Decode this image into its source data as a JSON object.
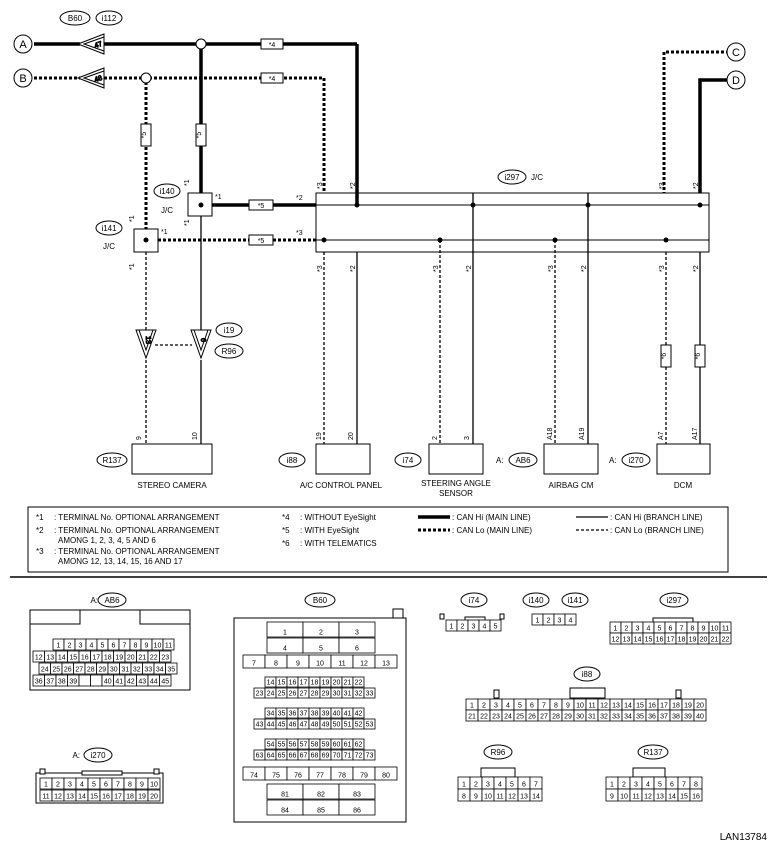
{
  "terminals": {
    "A": "A",
    "B": "B",
    "C": "C",
    "D": "D"
  },
  "connector_refs": {
    "b60": "B60",
    "i112": "i112",
    "pin47": "47",
    "pin48": "48",
    "i140": "i140",
    "i141": "i141",
    "i297": "i297",
    "i19": "i19",
    "r96": "R96",
    "r137": "R137",
    "i88": "i88",
    "i74": "i74",
    "ab6": "AB6",
    "i270": "i270"
  },
  "jc_text": "J/C",
  "a_prefix": "A:",
  "marks": {
    "s1": "*1",
    "s2": "*2",
    "s3": "*3",
    "s4": "*4",
    "s5": "*5",
    "s6": "*6"
  },
  "inline_pins": {
    "p13": "13",
    "p6": "6"
  },
  "components": {
    "stereo_camera": {
      "label": "STEREO CAMERA",
      "pins": [
        "9",
        "10"
      ]
    },
    "ac_control_panel": {
      "label": "A/C CONTROL PANEL",
      "pins": [
        "19",
        "20"
      ]
    },
    "steering_angle_sensor": {
      "label_line1": "STEERING ANGLE",
      "label_line2": "SENSOR",
      "pins": [
        "2",
        "3"
      ]
    },
    "airbag_cm": {
      "label": "AIRBAG CM",
      "pins": [
        "A18",
        "A19"
      ]
    },
    "dcm": {
      "label": "DCM",
      "pins": [
        "A7",
        "A17"
      ]
    }
  },
  "legend": {
    "n1": ": TERMINAL No. OPTIONAL ARRANGEMENT",
    "n2a": ": TERMINAL No. OPTIONAL ARRANGEMENT",
    "n2b": "AMONG 1, 2, 3, 4, 5 AND 6",
    "n3a": ": TERMINAL No. OPTIONAL ARRANGEMENT",
    "n3b": "AMONG 12, 13, 14, 15, 16 AND 17",
    "n4": ": WITHOUT EyeSight",
    "n5": ": WITH EyeSight",
    "n6": ": WITH TELEMATICS",
    "can_hi_main": ": CAN Hi (MAIN LINE)",
    "can_lo_main": ": CAN Lo (MAIN LINE)",
    "can_hi_branch": ": CAN Hi (BRANCH LINE)",
    "can_lo_branch": ": CAN Lo (BRANCH LINE)"
  },
  "figure_id": "LAN13784"
}
